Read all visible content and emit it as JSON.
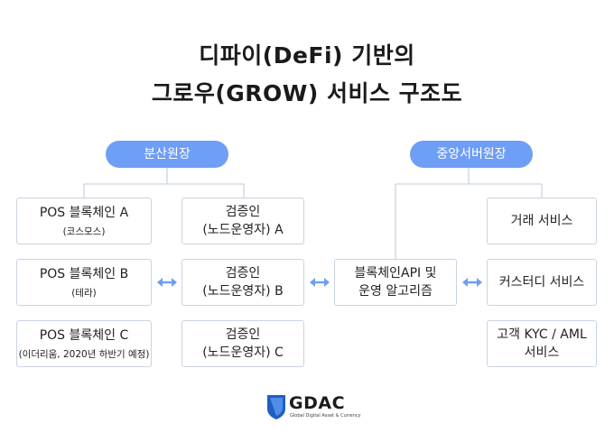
{
  "title": {
    "line1": "디파이(DeFi) 기반의",
    "line2": "그로우(GROW) 서비스 구조도"
  },
  "groups": {
    "left_label": "분산원장",
    "right_label": "중앙서버원장"
  },
  "pos": [
    {
      "main": "POS 블록체인 A",
      "sub": "(코스모스)"
    },
    {
      "main": "POS 블록체인 B",
      "sub": "(테라)"
    },
    {
      "main": "POS 블록체인 C",
      "sub": "(이더리움, 2020년 하반기 예정)"
    }
  ],
  "validators": [
    {
      "line1": "검증인",
      "line2": "(노드운영자) A"
    },
    {
      "line1": "검증인",
      "line2": "(노드운영자) B"
    },
    {
      "line1": "검증인",
      "line2": "(노드운영자) C"
    }
  ],
  "api": {
    "line1": "블록체인API 및",
    "line2": "운영 알고리즘"
  },
  "services": [
    {
      "line1": "거래 서비스",
      "line2": ""
    },
    {
      "line1": "커스터디 서비스",
      "line2": ""
    },
    {
      "line1": "고객 KYC / AML",
      "line2": "서비스"
    }
  ],
  "logo": {
    "name": "GDAC",
    "tagline": "Global Digital Asset & Currency",
    "icon": "gdac-shield-icon"
  },
  "colors": {
    "accent": "#6e9ef5",
    "border": "#c9d4e2",
    "line": "#c9d4e2",
    "logo": "#1f5fc4"
  }
}
